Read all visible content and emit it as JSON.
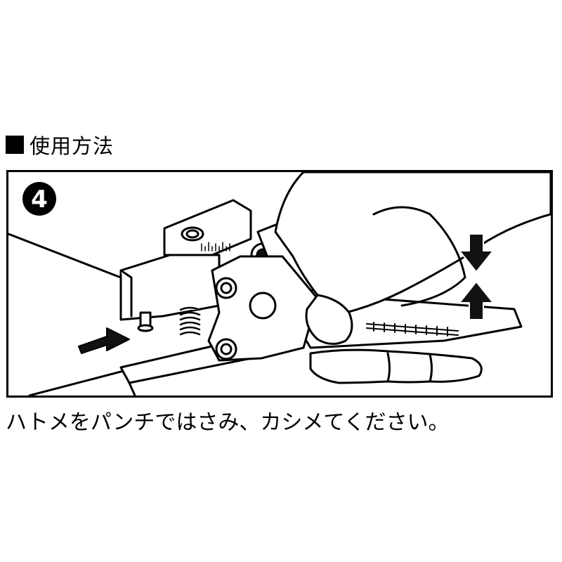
{
  "heading": {
    "square_icon": "black-square-icon",
    "text": "使用方法"
  },
  "illustration": {
    "step_number": "4",
    "icons": [
      "hand-icon",
      "eyelet-punch-pliers-icon",
      "push-arrow-icon",
      "squeeze-arrow-down-icon",
      "squeeze-arrow-up-icon"
    ],
    "colors": {
      "line": "#000000",
      "fill": "#ffffff",
      "dark": "#111111"
    }
  },
  "caption": {
    "text": "ハトメをパンチではさみ、カシメてください。"
  }
}
